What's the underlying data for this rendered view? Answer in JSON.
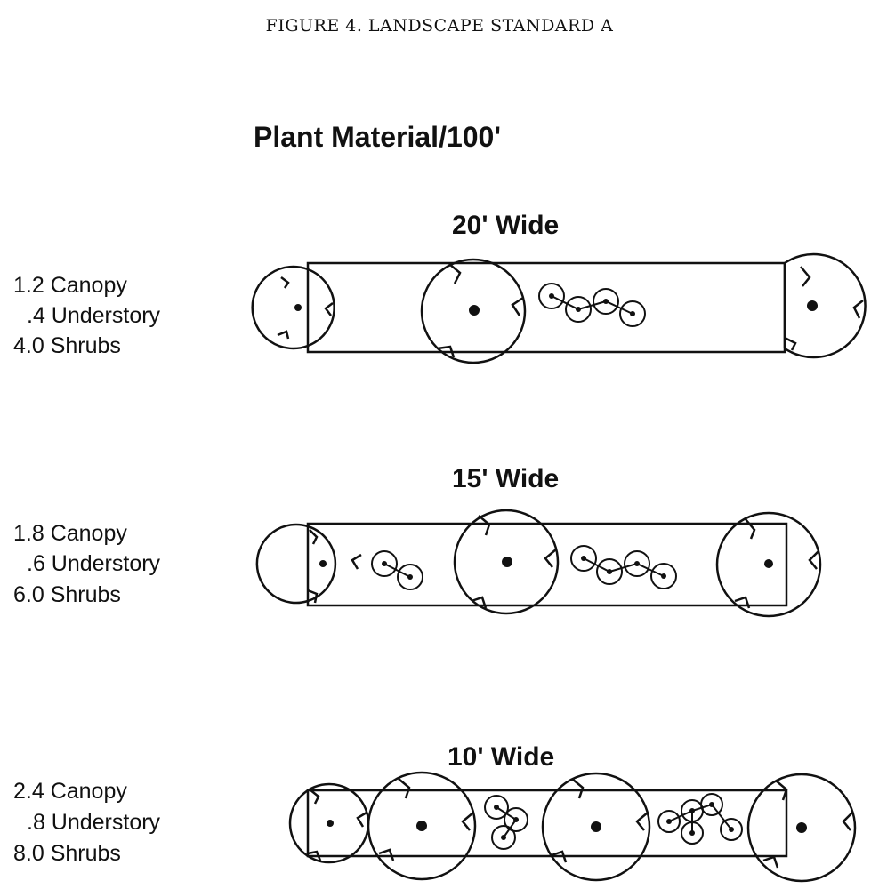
{
  "figure": {
    "title": "FIGURE 4. LANDSCAPE STANDARD A",
    "subtitle": "Plant Material/100'"
  },
  "sections": [
    {
      "width_label": "20' Wide",
      "canopy": "1.2 Canopy",
      "understory": ".4 Understory",
      "shrubs": "4.0 Shrubs"
    },
    {
      "width_label": "15' Wide",
      "canopy": "1.8 Canopy",
      "understory": ".6 Understory",
      "shrubs": "6.0 Shrubs"
    },
    {
      "width_label": "10' Wide",
      "canopy": "2.4 Canopy",
      "understory": ".8 Understory",
      "shrubs": "8.0 Shrubs"
    }
  ],
  "colors": {
    "ink": "#111111",
    "paper": "#ffffff"
  }
}
